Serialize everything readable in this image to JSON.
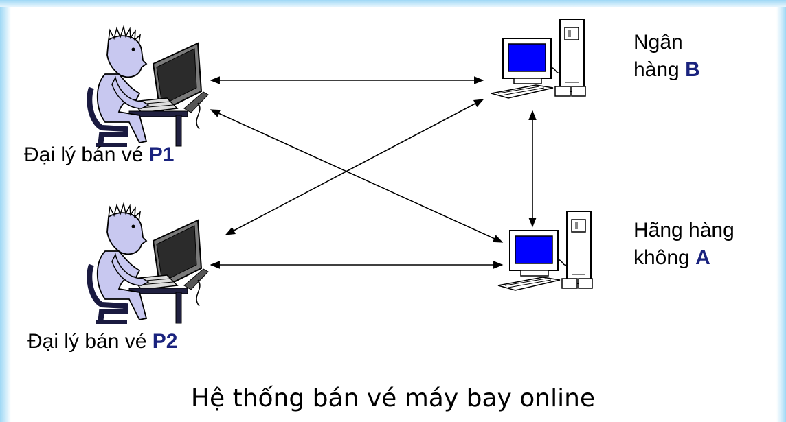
{
  "labels": {
    "agent_p1_prefix": "Đại lý bán vé",
    "agent_p1_code": "P1",
    "agent_p2_prefix": "Đại lý bán vé",
    "agent_p2_code": "P2",
    "bank_line1": "Ngân",
    "bank_line2_prefix": "hàng",
    "bank_code": "B",
    "airline_line1": "Hãng hàng",
    "airline_line2_prefix": "không",
    "airline_code": "A"
  },
  "caption": "Hệ thống bán vé máy bay online",
  "colors": {
    "accent": "#1a237e",
    "screen": "#0000ff",
    "person_fill": "#c8c8f0",
    "background_edge": "#9fd8f5"
  },
  "icons": {
    "agent": "person-at-computer-icon",
    "server": "desktop-computer-icon"
  }
}
